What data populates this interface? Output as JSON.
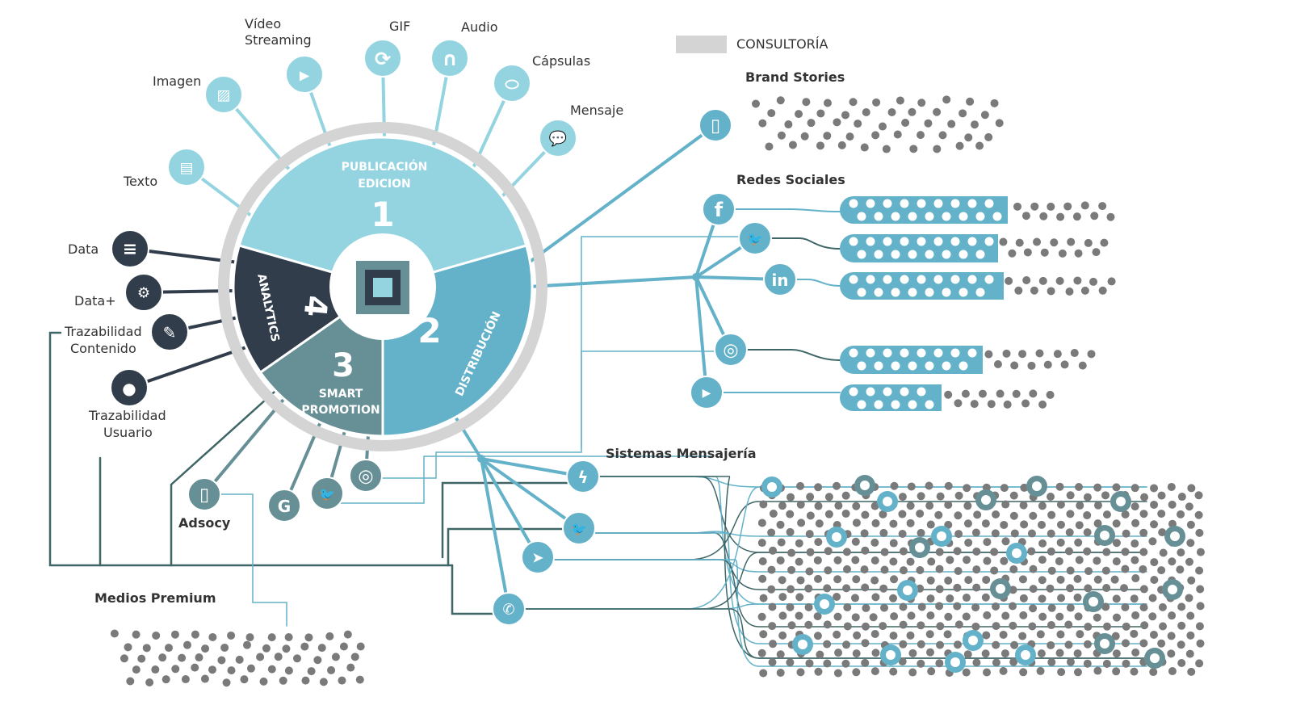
{
  "legend": {
    "label": "CONSULTORÍA",
    "color": "#d4d4d4"
  },
  "colors": {
    "light": "#93d4e0",
    "mid": "#64b2c9",
    "slate": "#668f96",
    "dark": "#323d4c",
    "ring": "#d4d4d4",
    "dots": "#7a7a7a"
  },
  "wheel": {
    "segments": [
      {
        "number": "1",
        "title_line1": "PUBLICACIÓN",
        "title_line2": "EDICION"
      },
      {
        "number": "2",
        "title_line1": "DISTRIBUCIÓN"
      },
      {
        "number": "3",
        "title_line1": "SMART",
        "title_line2": "PROMOTION"
      },
      {
        "number": "4",
        "title_line1": "ANALYTICS"
      }
    ]
  },
  "content_types": [
    {
      "label": "Texto",
      "icon": "document-icon"
    },
    {
      "label": "Imagen",
      "icon": "image-icon"
    },
    {
      "label_line1": "Vídeo",
      "label_line2": "Streaming",
      "icon": "play-icon"
    },
    {
      "label": "GIF",
      "icon": "refresh-icon"
    },
    {
      "label": "Audio",
      "icon": "headphones-icon"
    },
    {
      "label": "Cápsulas",
      "icon": "capsule-icon"
    },
    {
      "label": "Mensaje",
      "icon": "chat-icon"
    }
  ],
  "analytics": [
    {
      "label": "Data",
      "icon": "database-icon"
    },
    {
      "label": "Data+",
      "icon": "data-settings-icon"
    },
    {
      "label_line1": "Trazabilidad",
      "label_line2": "Contenido",
      "icon": "edit-icon"
    },
    {
      "label_line1": "Trazabilidad",
      "label_line2": "Usuario",
      "icon": "user-icon"
    }
  ],
  "promotion": {
    "adsocy_label": "Adsocy",
    "medios_premium": "Medios Premium"
  },
  "sections": {
    "brand_stories": "Brand Stories",
    "redes_sociales": "Redes Sociales",
    "sistemas_mensajeria": "Sistemas Mensajería"
  }
}
